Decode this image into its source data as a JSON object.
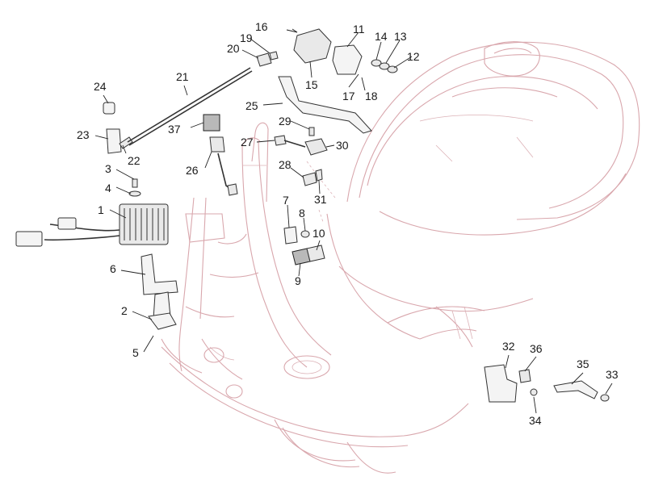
{
  "callouts": [
    {
      "n": "1"
    },
    {
      "n": "2"
    },
    {
      "n": "3"
    },
    {
      "n": "4"
    },
    {
      "n": "5"
    },
    {
      "n": "6"
    },
    {
      "n": "7"
    },
    {
      "n": "8"
    },
    {
      "n": "9"
    },
    {
      "n": "10"
    },
    {
      "n": "11"
    },
    {
      "n": "12"
    },
    {
      "n": "13"
    },
    {
      "n": "14"
    },
    {
      "n": "15"
    },
    {
      "n": "16"
    },
    {
      "n": "17"
    },
    {
      "n": "18"
    },
    {
      "n": "19"
    },
    {
      "n": "20"
    },
    {
      "n": "21"
    },
    {
      "n": "22"
    },
    {
      "n": "23"
    },
    {
      "n": "24"
    },
    {
      "n": "25"
    },
    {
      "n": "26"
    },
    {
      "n": "27"
    },
    {
      "n": "28"
    },
    {
      "n": "29"
    },
    {
      "n": "30"
    },
    {
      "n": "31"
    },
    {
      "n": "32"
    },
    {
      "n": "33"
    },
    {
      "n": "34"
    },
    {
      "n": "35"
    },
    {
      "n": "36"
    },
    {
      "n": "37"
    }
  ],
  "colors": {
    "frame_outline": "#d9a7ad",
    "part_outline": "#333333",
    "background": "#ffffff"
  }
}
